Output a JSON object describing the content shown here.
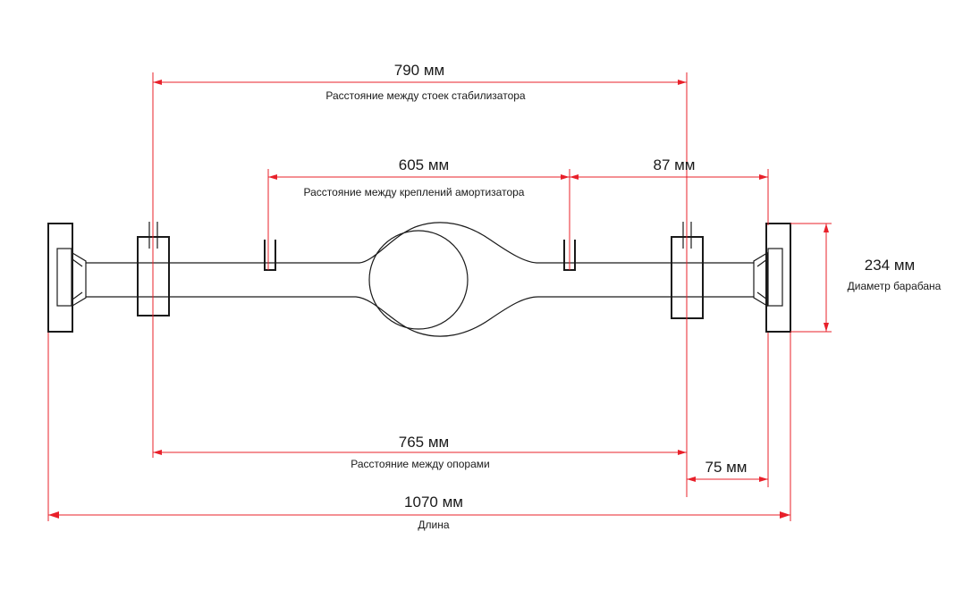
{
  "dimensions": {
    "stabilizer_distance": {
      "value": "790 мм",
      "caption": "Расстояние между стоек стабилизатора"
    },
    "shock_mount_distance": {
      "value": "605 мм",
      "caption": "Расстояние между креплений амортизатора"
    },
    "shock_to_drum": {
      "value": "87 мм"
    },
    "drum_diameter": {
      "value": "234 мм",
      "caption": "Диаметр барабана"
    },
    "support_distance": {
      "value": "765 мм",
      "caption": "Расстояние между опорами"
    },
    "support_to_drum": {
      "value": "75 мм"
    },
    "length": {
      "value": "1070 мм",
      "caption": "Длина"
    }
  },
  "colors": {
    "dimension_line": "#e8202a",
    "drawing_line": "#1a1a1a",
    "background": "#ffffff"
  }
}
